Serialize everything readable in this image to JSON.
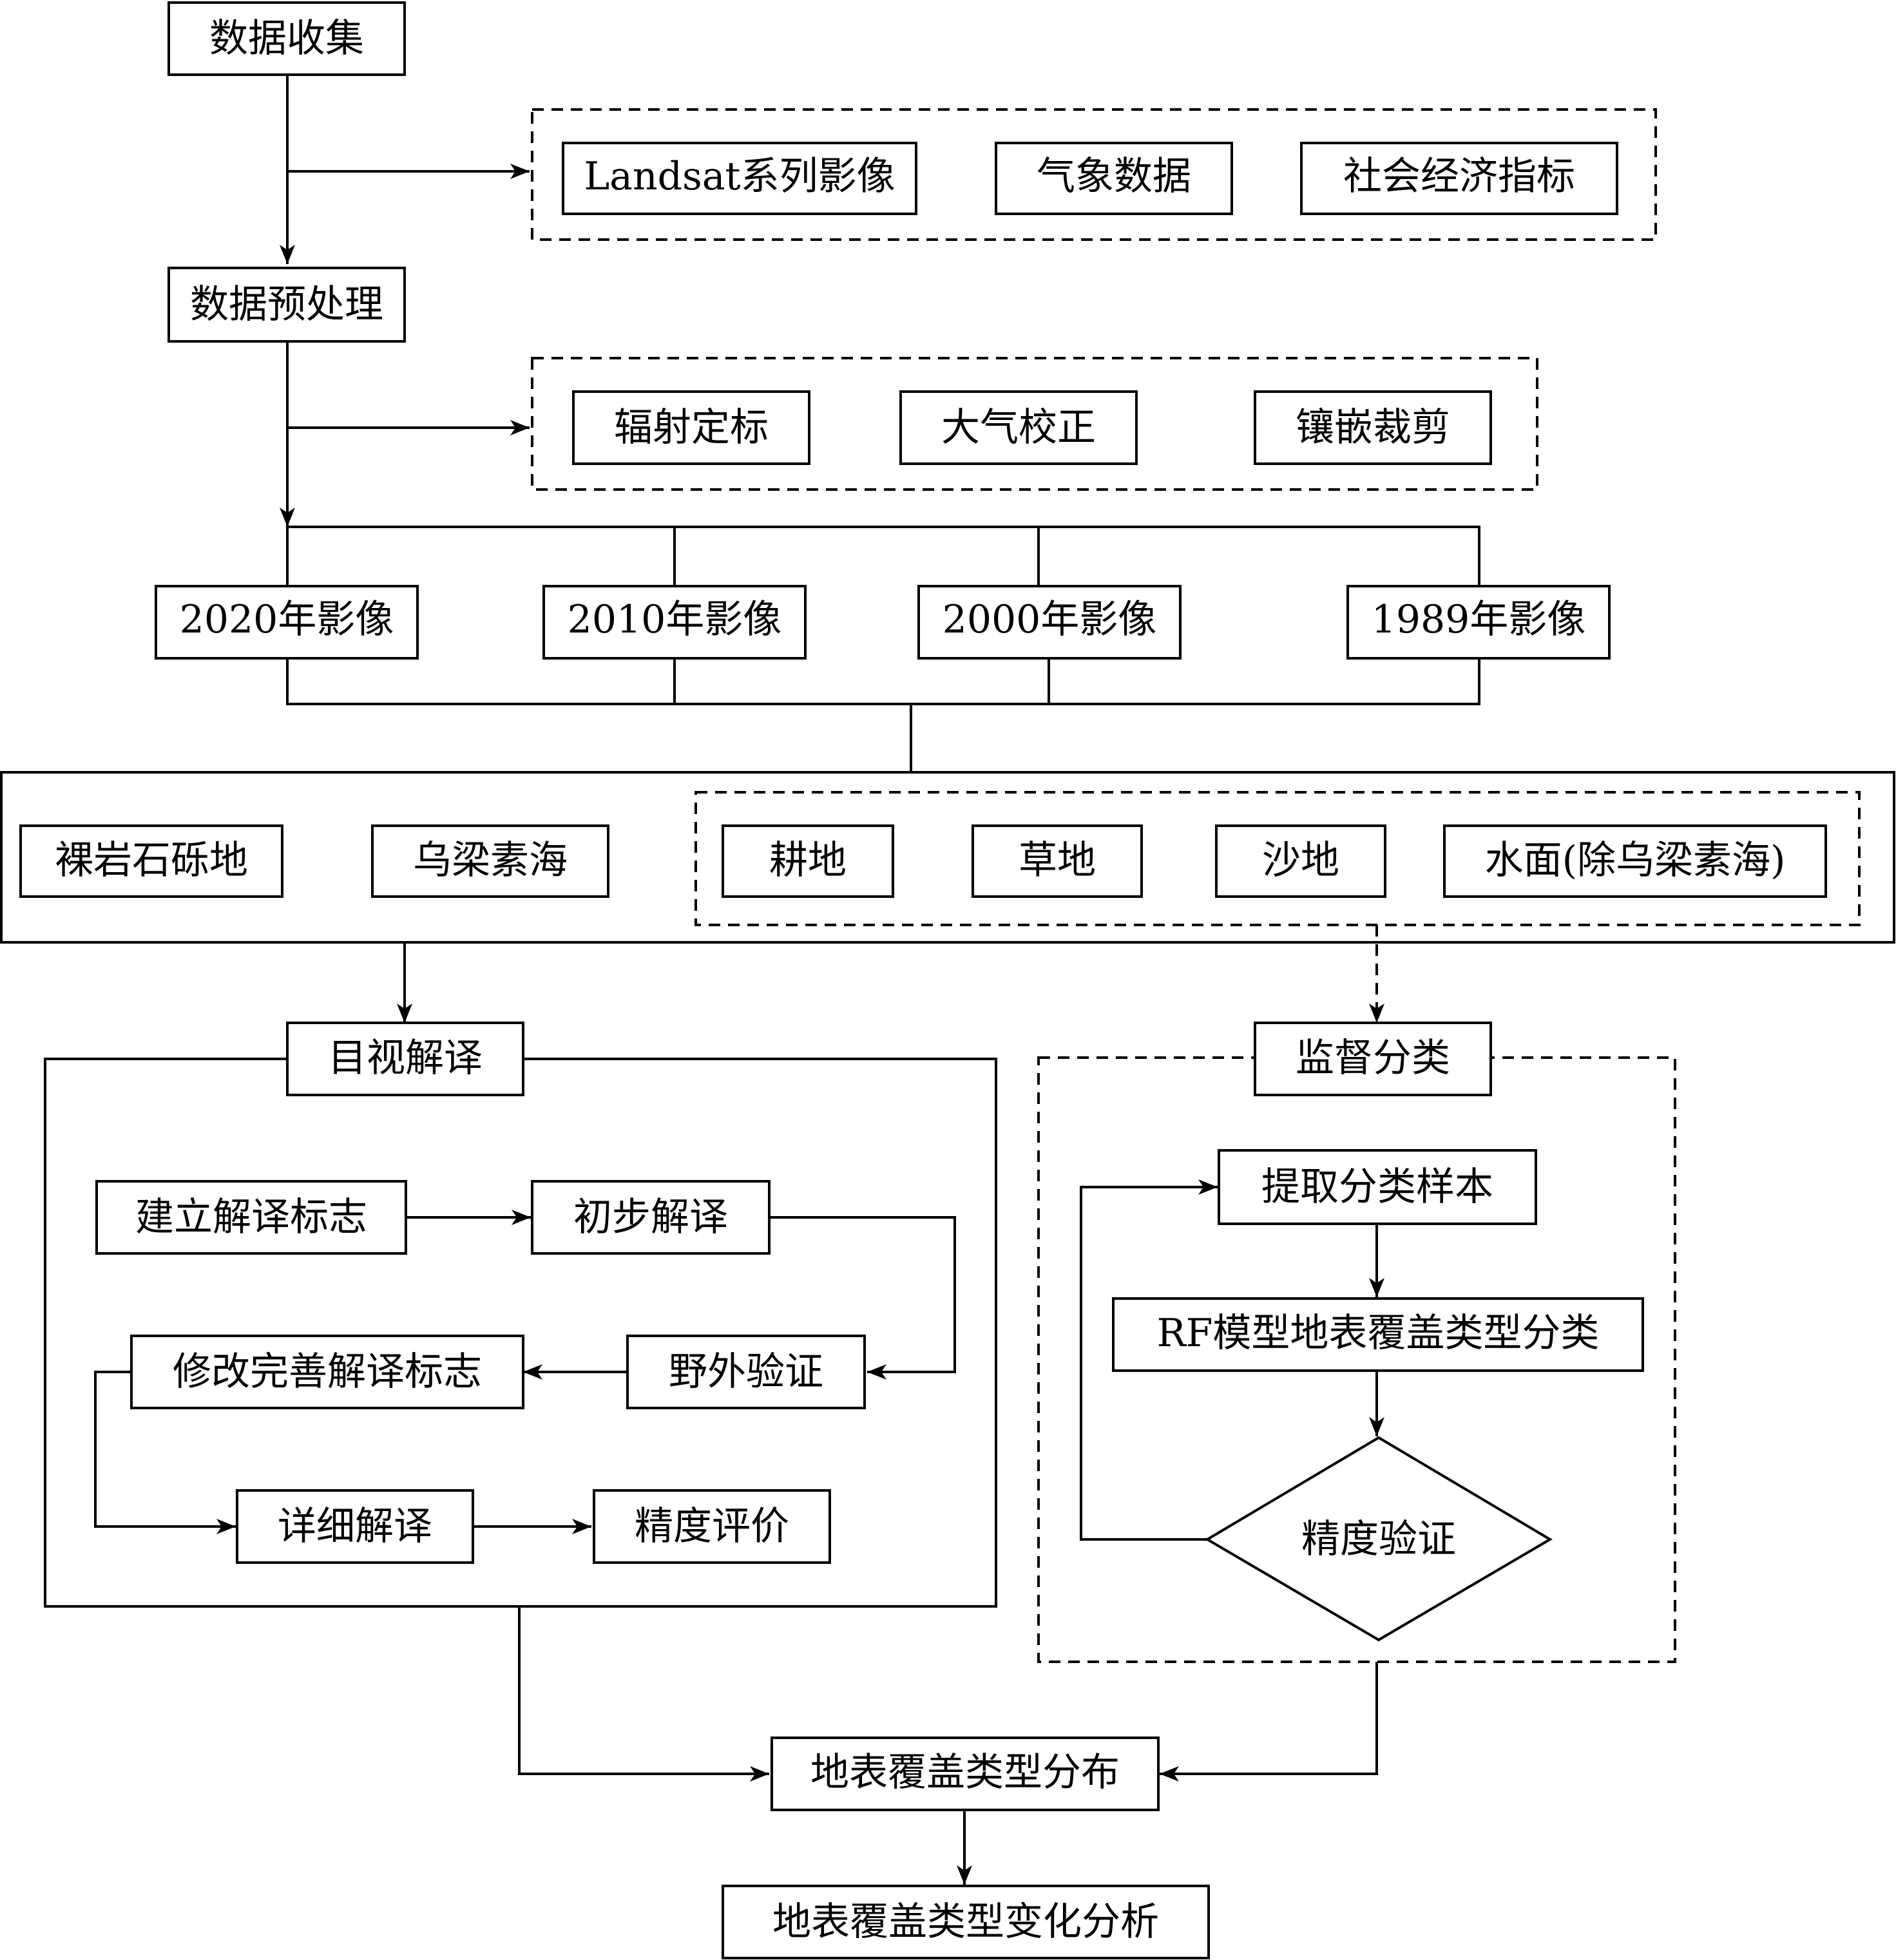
{
  "nodes": {
    "data_collection": "数据收集",
    "landsat": "Landsat系列影像",
    "weather": "气象数据",
    "socioeconomic": "社会经济指标",
    "preprocess": "数据预处理",
    "radiometric": "辐射定标",
    "atmospheric": "大气校正",
    "mosaic": "镶嵌裁剪",
    "img2020": "2020年影像",
    "img2010": "2010年影像",
    "img2000": "2000年影像",
    "img1989": "1989年影像",
    "bare_rock": "裸岩石砾地",
    "wuliangsuhai": "乌梁素海",
    "farmland": "耕地",
    "grassland": "草地",
    "sandland": "沙地",
    "water": "水面(除乌梁素海)",
    "visual": "目视解译",
    "build_sign": "建立解译标志",
    "initial": "初步解译",
    "field": "野外验证",
    "revise": "修改完善解译标志",
    "detailed": "详细解译",
    "precision_eval": "精度评价",
    "supervised": "监督分类",
    "samples": "提取分类样本",
    "rf_model": "RF模型地表覆盖类型分类",
    "accuracy_check": "精度验证",
    "distribution": "地表覆盖类型分布",
    "change_analysis": "地表覆盖类型变化分析"
  }
}
